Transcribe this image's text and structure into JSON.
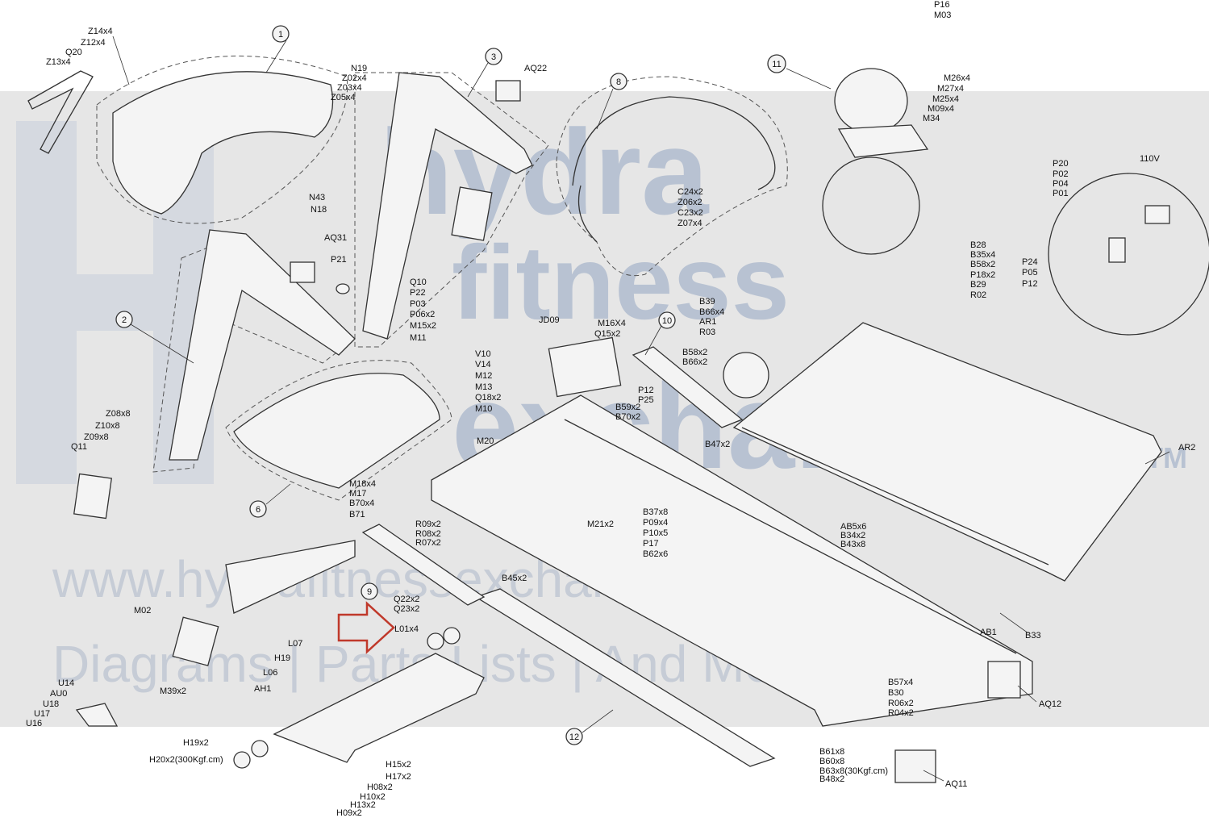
{
  "watermark": {
    "brand_line1": "hydra",
    "brand_line2": "fitness",
    "brand_line3": "exchange",
    "trademark": "TM",
    "url": "www.hydrafitnessexchange.com",
    "tagline": "Diagrams | Parts Lists | And More"
  },
  "callouts": [
    {
      "id": "c1",
      "number": "1"
    },
    {
      "id": "c2",
      "number": "2"
    },
    {
      "id": "c3",
      "number": "3"
    },
    {
      "id": "c6",
      "number": "6"
    },
    {
      "id": "c8",
      "number": "8"
    },
    {
      "id": "c9",
      "number": "9"
    },
    {
      "id": "c10",
      "number": "10"
    },
    {
      "id": "c11",
      "number": "11"
    },
    {
      "id": "c12",
      "number": "12"
    }
  ],
  "labels": {
    "console_left": [
      "Z14x4",
      "Z12x4",
      "Q20",
      "Z13x4"
    ],
    "console_mid": [
      "N19",
      "Z02x4",
      "Z03x4",
      "Z05x4",
      "N43",
      "N18",
      "AQ31",
      "P21"
    ],
    "upright_right": [
      "AQ22",
      "Q10",
      "P22",
      "P03",
      "P06x2",
      "M15x2",
      "M11"
    ],
    "upright_left": [
      "Z08x8",
      "Z10x8",
      "Z09x8",
      "Q11"
    ],
    "handlebar": [
      "C24x2",
      "Z06x2",
      "C23x2",
      "Z07x4"
    ],
    "motor": [
      "P16",
      "M03",
      "M26x4",
      "M27x4",
      "M25x4",
      "M09x4",
      "M34"
    ],
    "power": [
      "P20",
      "P02",
      "P04",
      "P01",
      "110V",
      "P24",
      "P05",
      "P12"
    ],
    "frame_right": [
      "B28",
      "B35x4",
      "B58x2",
      "P18x2",
      "B29",
      "R02",
      "B39",
      "B66x4",
      "AR1",
      "R03"
    ],
    "controller": [
      "JD09",
      "M16X4",
      "Q15x2",
      "B58x2",
      "B66x2",
      "P12",
      "P25",
      "B59x2",
      "B70x2",
      "B47x2"
    ],
    "electronics": [
      "V10",
      "V14",
      "M12",
      "M13",
      "Q18x2",
      "M10",
      "M20"
    ],
    "base_left": [
      "M18x4",
      "M17",
      "B70x4",
      "B71",
      "R09x2",
      "R08x2",
      "R07x2",
      "B45x2"
    ],
    "frame_mid": [
      "M21x2",
      "B37x8",
      "P09x4",
      "P10x5",
      "P17",
      "B62x6"
    ],
    "frame_side": [
      "AB5x6",
      "B34x2",
      "B43x8",
      "AR2",
      "AB1",
      "B33"
    ],
    "incline": [
      "Q22x2",
      "Q23x2",
      "L01x4",
      "L07",
      "H19",
      "L06",
      "AH1",
      "M02",
      "M39x2"
    ],
    "wheels": [
      "U14",
      "AU0",
      "U18",
      "U17",
      "U16",
      "H19x2",
      "H20x2(300Kgf.cm)",
      "H15x2",
      "H17x2",
      "H08x2",
      "H10x2",
      "H13x2",
      "H09x2"
    ],
    "frame_bottom": [
      "B57x4",
      "B30",
      "R06x2",
      "R04x2",
      "AQ12",
      "B61x8",
      "B60x8",
      "B63x8(30Kgf.cm)",
      "B48x2",
      "AQ11"
    ]
  },
  "colors": {
    "watermark_blue": "#b8c2d2",
    "band_grey": "#e6e6e6",
    "arrow_red": "#c0392b",
    "ink": "#333333"
  }
}
